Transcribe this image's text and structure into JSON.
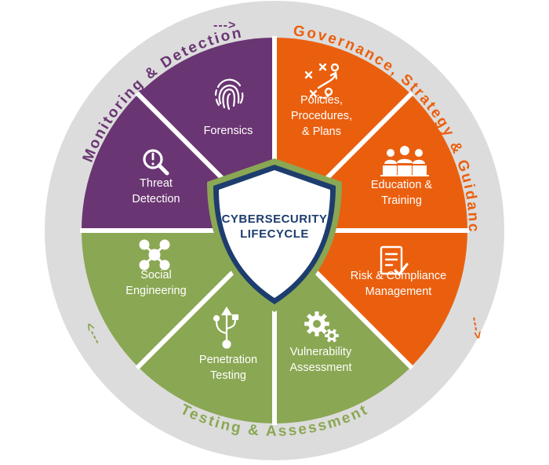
{
  "colors": {
    "outer_ring": "#dcdcdc",
    "divider": "#ffffff",
    "purple": "#6a3573",
    "orange": "#ea5f0e",
    "green": "#8aa753",
    "shield_outer": "#8aa753",
    "shield_mid": "#1d3d6e",
    "shield_inner": "#ffffff",
    "title_text": "#1d3d6e"
  },
  "center": {
    "title_line1": "CYBERSECURITY",
    "title_line2": "LIFECYCLE"
  },
  "ring_labels": {
    "monitoring": {
      "text": "Monitoring & Detection",
      "color": "#6a3573",
      "arrow": "--->"
    },
    "governance": {
      "text": "Governance, Strategy & Guidance",
      "color": "#ea5f0e",
      "arrow": "--->"
    },
    "testing": {
      "text": "Testing & Assessment",
      "color": "#8aa753",
      "arrow": "<---"
    }
  },
  "segments": [
    {
      "id": "forensics",
      "lines": [
        "Forensics"
      ],
      "icon": "fingerprint-icon",
      "color": "purple"
    },
    {
      "id": "policies",
      "lines": [
        "Policies,",
        "Procedures,",
        "& Plans"
      ],
      "icon": "strategy-playbook-icon",
      "color": "orange"
    },
    {
      "id": "education",
      "lines": [
        "Education &",
        "Training"
      ],
      "icon": "training-group-icon",
      "color": "orange"
    },
    {
      "id": "risk",
      "lines": [
        "Risk & Compliance",
        "Management"
      ],
      "icon": "checklist-icon",
      "color": "orange"
    },
    {
      "id": "vulnerability",
      "lines": [
        "Vulnerability",
        "Assessment"
      ],
      "icon": "gears-icon",
      "color": "green"
    },
    {
      "id": "penetration",
      "lines": [
        "Penetration",
        "Testing"
      ],
      "icon": "usb-icon",
      "color": "green"
    },
    {
      "id": "social",
      "lines": [
        "Social",
        "Engineering"
      ],
      "icon": "network-nodes-icon",
      "color": "green"
    },
    {
      "id": "threat",
      "lines": [
        "Threat",
        "Detection"
      ],
      "icon": "magnifier-alert-icon",
      "color": "purple"
    }
  ]
}
